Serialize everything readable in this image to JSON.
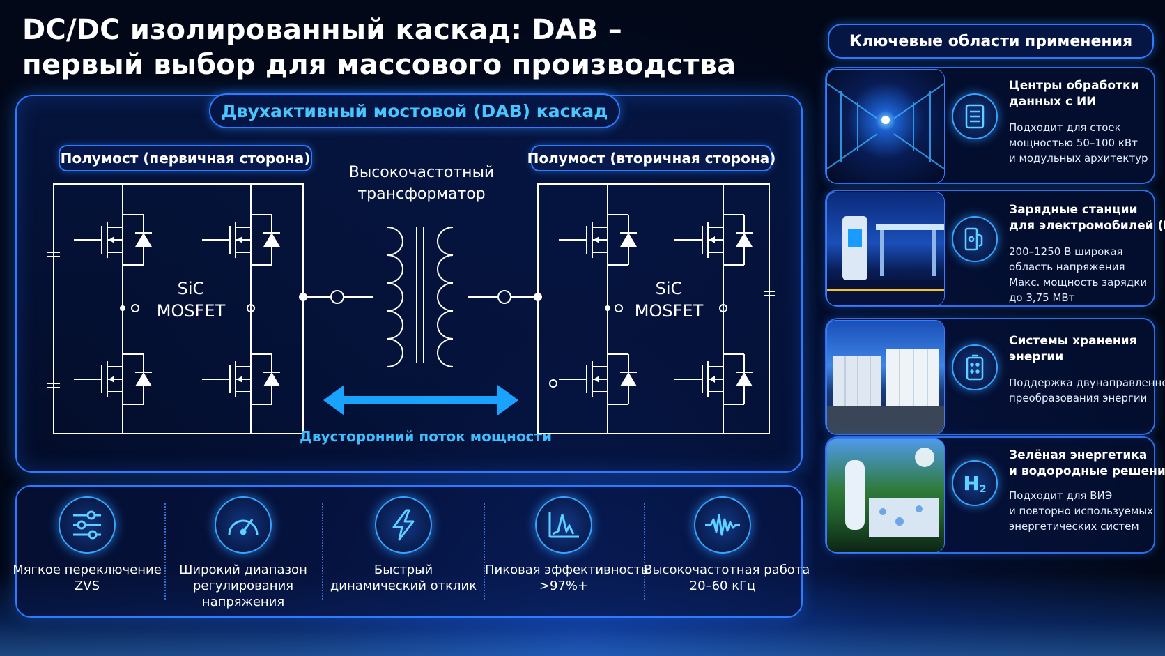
{
  "title": {
    "line1": "DC/DC изолированный каскад: DAB –",
    "line2": "первый выбор для массового производства"
  },
  "diagram": {
    "heading": "Двухактивный мостовой (DAB) каскад",
    "primary_label": "Полумост (первичная сторона)",
    "secondary_label": "Полумост (вторичная сторона)",
    "transformer_label": {
      "line1": "Высокочастотный",
      "line2": "трансформатор"
    },
    "left_device": {
      "line1": "SiC",
      "line2": "MOSFET"
    },
    "right_device": {
      "line1": "SiC",
      "line2": "MOSFET"
    },
    "power_flow_label": "Двусторонний поток мощности"
  },
  "features": [
    {
      "icon": "sliders-icon",
      "line1": "Мягкое переключение",
      "line2": "ZVS",
      "line3": ""
    },
    {
      "icon": "gauge-icon",
      "line1": "Широкий диапазон",
      "line2": "регулирования",
      "line3": "напряжения"
    },
    {
      "icon": "lightning-icon",
      "line1": "Быстрый",
      "line2": "динамический отклик",
      "line3": ""
    },
    {
      "icon": "efficiency-peak-icon",
      "line1": "Пиковая эффективность",
      "line2": ">97%+",
      "line3": ""
    },
    {
      "icon": "waveform-icon",
      "line1": "Высокочастотная работа",
      "line2": "20–60 кГц",
      "line3": ""
    }
  ],
  "applications": {
    "heading": "Ключевые области применения",
    "items": [
      {
        "icon": "server-icon",
        "title": [
          "Центры обработки",
          "данных с ИИ"
        ],
        "desc": [
          "Подходит для стоек",
          "мощностью 50–100 кВт",
          "и модульных архитектур"
        ]
      },
      {
        "icon": "ev-charger-icon",
        "title": [
          "Зарядные станции",
          "для электромобилей (MCS)"
        ],
        "desc": [
          "200–1250 В широкая",
          "область напряжения",
          "Макс. мощность зарядки",
          "до 3,75 МВт"
        ]
      },
      {
        "icon": "battery-storage-icon",
        "title": [
          "Системы хранения",
          "энергии"
        ],
        "desc": [
          "Поддержка двунаправленного",
          "преобразования энергии"
        ]
      },
      {
        "icon": "hydrogen-icon",
        "icon_text": "H",
        "icon_sub": "2",
        "title": [
          "Зелёная энергетика",
          "и водородные решения"
        ],
        "desc": [
          "Подходит для ВИЭ",
          "и повторно используемых",
          "энергетических систем"
        ]
      }
    ]
  },
  "colors": {
    "accent": "#2f7bff",
    "cyan": "#3fbfff",
    "background": "#020818"
  }
}
